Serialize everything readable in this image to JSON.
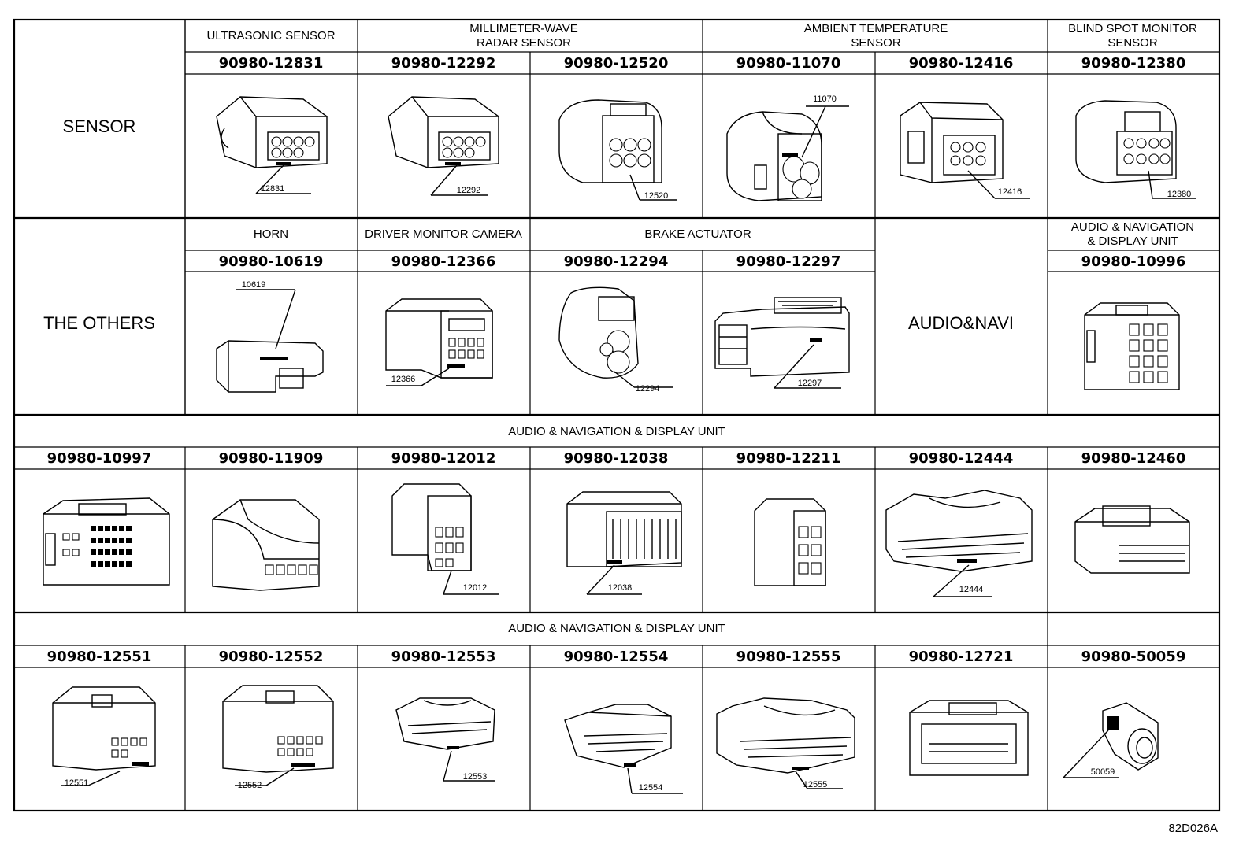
{
  "rows": [
    {
      "section": "SENSOR",
      "groups": [
        "ULTRASONIC SENSOR",
        "MILLIMETER-WAVE",
        "RADAR SENSOR",
        "AMBIENT TEMPERATURE",
        "SENSOR",
        "BLIND SPOT MONITOR",
        "SENSOR"
      ],
      "parts": [
        "90980-12831",
        "90980-12292",
        "90980-12520",
        "90980-11070",
        "90980-12416",
        "90980-12380"
      ],
      "callouts": [
        "12831",
        "12292",
        "12520",
        "11070",
        "12416",
        "12380"
      ]
    },
    {
      "section": "THE OTHERS",
      "groups": [
        "HORN",
        "DRIVER MONITOR CAMERA",
        "BRAKE ACTUATOR",
        "AUDIO & NAVIGATION",
        "& DISPLAY UNIT"
      ],
      "parts": [
        "90980-10619",
        "90980-12366",
        "90980-12294",
        "90980-12297",
        "90980-10996"
      ],
      "callouts": [
        "10619",
        "12366",
        "12294",
        "12297"
      ],
      "merged_label": "AUDIO&NAVI"
    },
    {
      "group": "AUDIO & NAVIGATION & DISPLAY UNIT",
      "parts": [
        "90980-10997",
        "90980-11909",
        "90980-12012",
        "90980-12038",
        "90980-12211",
        "90980-12444",
        "90980-12460"
      ],
      "callouts": [
        "12012",
        "12038",
        "12444"
      ]
    },
    {
      "group": "AUDIO & NAVIGATION & DISPLAY UNIT",
      "parts": [
        "90980-12551",
        "90980-12552",
        "90980-12553",
        "90980-12554",
        "90980-12555",
        "90980-12721",
        "90980-50059"
      ],
      "callouts": [
        "12551",
        "12552",
        "12553",
        "12554",
        "12555",
        "50059"
      ]
    }
  ],
  "figure_ref": "82D026A"
}
